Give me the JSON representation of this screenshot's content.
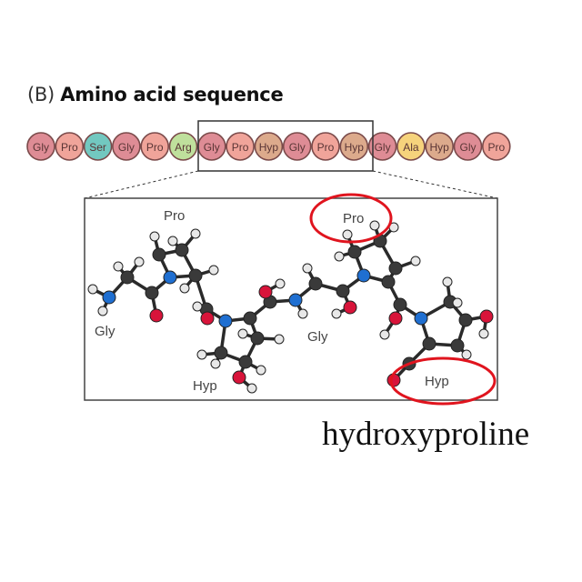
{
  "title": {
    "panel": "(B)",
    "heading": "Amino acid sequence"
  },
  "sequence": [
    {
      "label": "Gly",
      "color": "#de8c95"
    },
    {
      "label": "Pro",
      "color": "#f0a49a"
    },
    {
      "label": "Ser",
      "color": "#72c8c0"
    },
    {
      "label": "Gly",
      "color": "#de8c95"
    },
    {
      "label": "Pro",
      "color": "#f0a49a"
    },
    {
      "label": "Arg",
      "color": "#bfe09c"
    },
    {
      "label": "Gly",
      "color": "#de8c95"
    },
    {
      "label": "Pro",
      "color": "#f0a49a"
    },
    {
      "label": "Hyp",
      "color": "#dcaa8c"
    },
    {
      "label": "Gly",
      "color": "#de8c95"
    },
    {
      "label": "Pro",
      "color": "#f0a49a"
    },
    {
      "label": "Hyp",
      "color": "#dcaa8c"
    },
    {
      "label": "Gly",
      "color": "#de8c95"
    },
    {
      "label": "Ala",
      "color": "#f6d37c"
    },
    {
      "label": "Hyp",
      "color": "#dcaa8c"
    },
    {
      "label": "Gly",
      "color": "#de8c95"
    },
    {
      "label": "Pro",
      "color": "#f0a49a"
    }
  ],
  "molecule_labels": [
    "Pro",
    "Gly",
    "Hyp",
    "Gly",
    "Pro",
    "Hyp"
  ],
  "atom_colors": {
    "C": "#3a3a3a",
    "N": "#1f6fd1",
    "O": "#d8143a",
    "H": "#e8e8e8"
  },
  "highlight_color": "#e0141e",
  "caption": "hydroxyproline"
}
